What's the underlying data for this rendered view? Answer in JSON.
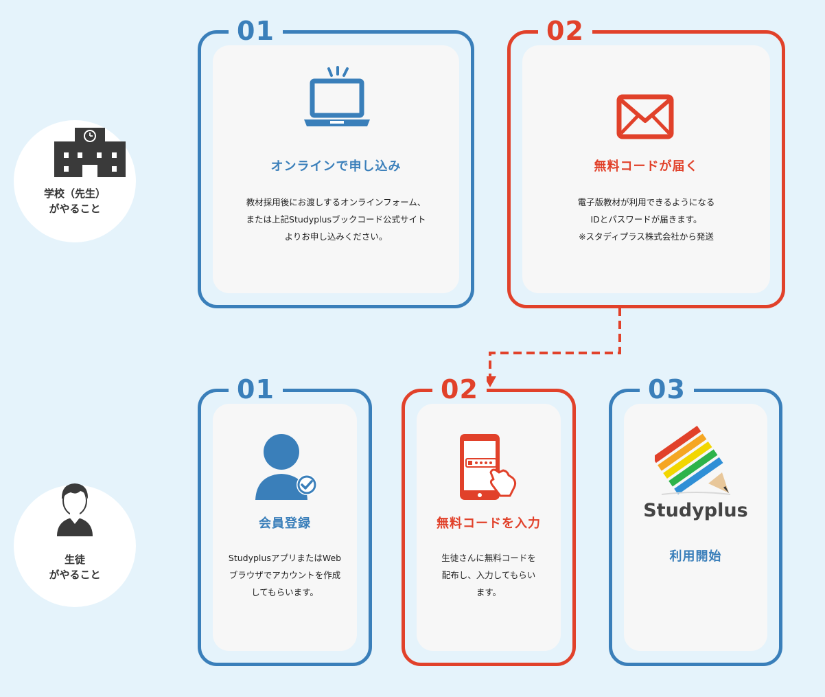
{
  "school": {
    "label": "学校（先生）\nがやること",
    "steps": [
      {
        "num": "01",
        "title": "オンラインで申し込み",
        "desc": "教材採用後にお渡しするオンラインフォーム、\nまたは上記Studyplusブックコード公式サイト\nよりお申し込みください。",
        "icon": "laptop-icon"
      },
      {
        "num": "02",
        "title": "無料コードが届く",
        "desc": "電子版教材が利用できるようになる\nIDとパスワードが届きます。\n※スタディプラス株式会社から発送",
        "icon": "envelope-icon"
      }
    ]
  },
  "student": {
    "label": "生徒\nがやること",
    "steps": [
      {
        "num": "01",
        "title": "会員登録",
        "desc": "StudyplusアプリまたはWeb\nブラウザでアカウントを作成\nしてもらいます。",
        "icon": "user-check-icon"
      },
      {
        "num": "02",
        "title": "無料コードを入力",
        "desc": "生徒さんに無料コードを\n配布し、入力してもらい\nます。",
        "icon": "smartphone-tap-icon"
      },
      {
        "num": "03",
        "title": "利用開始",
        "logo_text": "Studyplus",
        "icon": "studyplus-logo-icon"
      }
    ]
  },
  "colors": {
    "blue": "#3a7fba",
    "red": "#e1412a",
    "background": "#e5f3fb"
  }
}
